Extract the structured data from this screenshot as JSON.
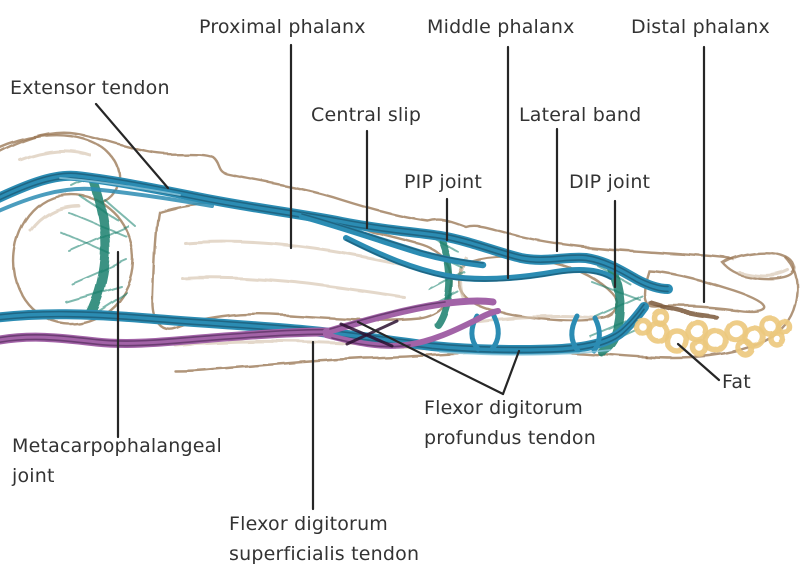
{
  "labels": {
    "proximal_phalanx": "Proximal phalanx",
    "middle_phalanx": "Middle phalanx",
    "distal_phalanx": "Distal phalanx",
    "extensor_tendon": "Extensor tendon",
    "central_slip": "Central slip",
    "lateral_band": "Lateral band",
    "pip_joint": "PIP joint",
    "dip_joint": "DIP joint",
    "fat": "Fat",
    "metacarpophalangeal_joint": "Metacarpophalangeal joint",
    "flexor_digitorum_profundus_tendon": "Flexor digitorum profundus tendon",
    "flexor_digitorum_superficialis_tendon": "Flexor digitorum superficialis tendon"
  },
  "colors": {
    "background": "#ffffff",
    "label_text": "#333333",
    "leader_line": "#262626",
    "tendon_blue": "#2b8cb3",
    "tendon_blue_dark": "#1c5a74",
    "tendon_purple": "#a263a7",
    "tendon_purple_dark": "#5f3366",
    "joint_teal": "#1a7f6c",
    "bone_outline": "#9c7a58",
    "bone_shading": "#d6c3ad",
    "fat_yellow": "#edc97f"
  }
}
